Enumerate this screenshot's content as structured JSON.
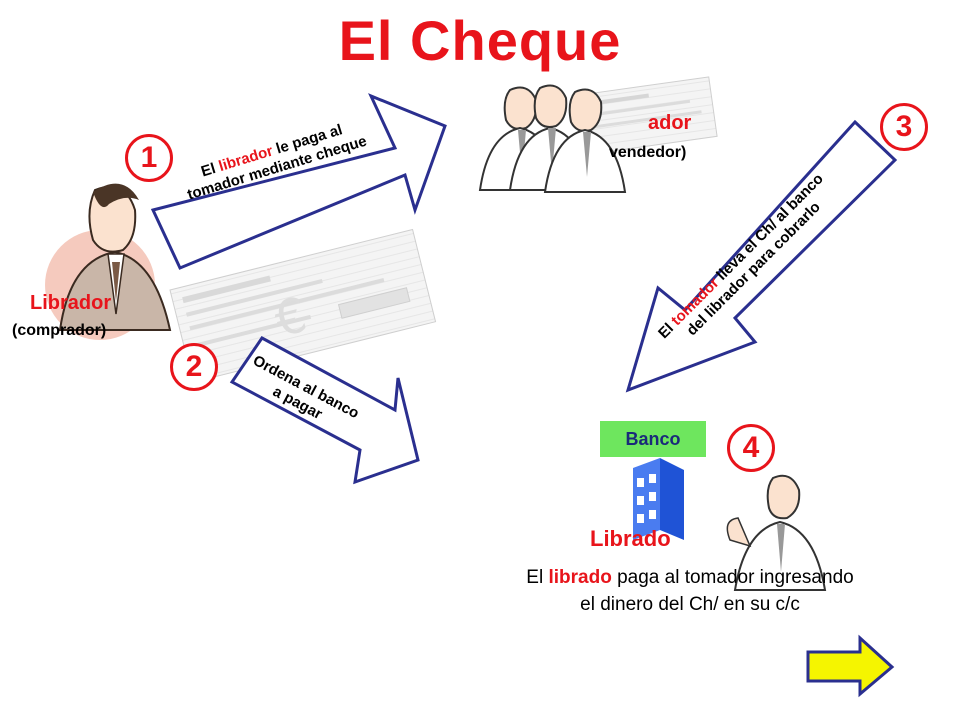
{
  "title": "El Cheque",
  "steps": [
    "1",
    "2",
    "3",
    "4"
  ],
  "librador": {
    "label": "Librador",
    "sub": "(comprador)"
  },
  "tomador": {
    "label_visible": "ador",
    "sub_visible": "vendedor)"
  },
  "arrow1": {
    "line1_prefix": "El ",
    "line1_highlight": "librador",
    "line1_suffix": " le paga al",
    "line2": "tomador mediante cheque"
  },
  "arrow2": {
    "line1": "Ordena al banco",
    "line2": "a pagar"
  },
  "arrow3": {
    "line1_prefix": "El ",
    "line1_highlight": "tomador",
    "line1_suffix": " lleva el Ch/ al banco",
    "line2": "del librador para cobrarlo"
  },
  "banco": "Banco",
  "librado": "Librado",
  "description": {
    "prefix": "El ",
    "highlight": "librado",
    "line1_suffix": " paga al tomador ingresando",
    "line2": "el dinero del Ch/ en su c/c"
  },
  "colors": {
    "accent_red": "#e8141b",
    "arrow_border": "#2a2f8f",
    "banco_green": "#6ee65e",
    "next_yellow": "#f5f500",
    "building_blue": "#1f53d6"
  },
  "icons": [
    "man-writing-icon",
    "businessmen-icon",
    "check-image",
    "building-icon",
    "presenter-icon",
    "next-arrow-icon"
  ]
}
